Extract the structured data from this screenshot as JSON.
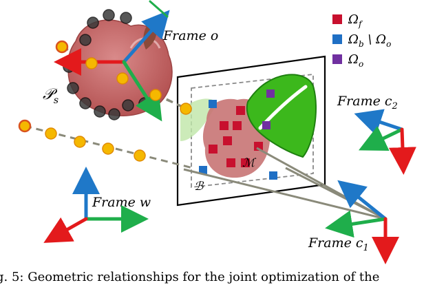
{
  "frames": {
    "frame_o": "Frame o",
    "frame_c2": "Frame c",
    "frame_c2_sub": "2",
    "frame_w": "Frame w",
    "frame_c1": "Frame c",
    "frame_c1_sub": "1"
  },
  "labels": {
    "ps": "𝒫",
    "ps_sub": "s",
    "m": "ℳ",
    "b": "ℬ"
  },
  "legend": {
    "items": [
      {
        "label": "Ω",
        "sub": "f",
        "suffix": "",
        "color": "#c8102e"
      },
      {
        "label": "Ω",
        "sub": "b",
        "suffix": " \\ Ω",
        "suffix_sub": "o",
        "color": "#1f6fc4"
      },
      {
        "label": "Ω",
        "sub": "o",
        "suffix": "",
        "color": "#7030a0"
      }
    ]
  },
  "colors": {
    "axis_red": "#e31a1c",
    "axis_green": "#1fae4b",
    "axis_blue": "#1f78c8",
    "fruit": "#c66a6a",
    "leaf": "#3cb81c",
    "point_yellow": "#f5b800",
    "point_dark": "#333333"
  },
  "caption": "g. 5: Geometric relationships for the joint optimization of the"
}
